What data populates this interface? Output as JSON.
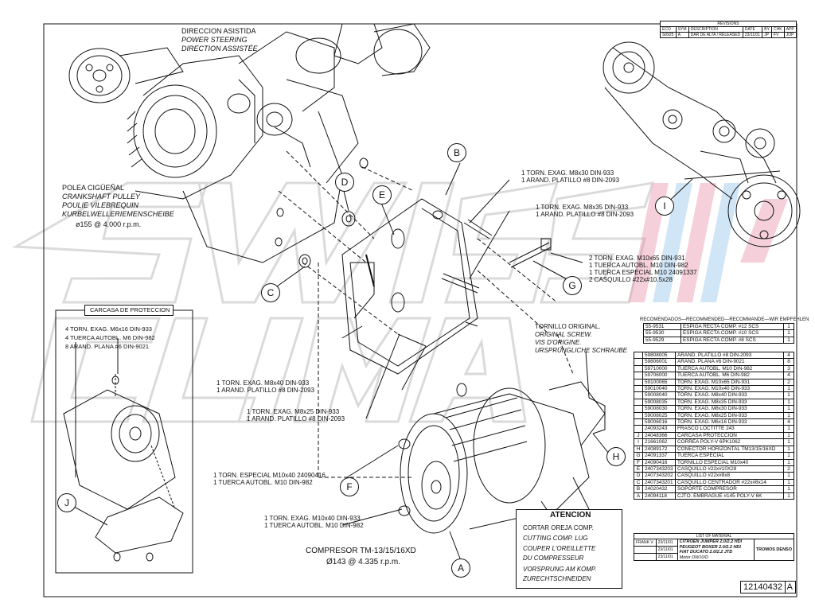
{
  "drawing": {
    "labels": {
      "power_steering": [
        "DIRECCION ASISTIDA",
        "POWER STEERING",
        "DIRECTION ASSISTÉE"
      ],
      "crankshaft": [
        "POLEA CIGÜEÑAL",
        "CRANKSHAFT PULLEY",
        "POULIE VILEBREQUIN",
        "KURBELWELLERIEMENSCHEIBE",
        "ø155 @ 4.000 r.p.m."
      ],
      "compressor": [
        "COMPRESOR TM-13/15/16XD",
        "Ø143 @ 4.335 r.p.m."
      ],
      "original_screw": [
        "TORNILLO ORIGINAL.",
        "ORIGINAL SCREW.",
        "VIS D'ORIGINE.",
        "URSPRÜNGLICHE SCHRAUBE"
      ],
      "atencion_title": "ATENCION",
      "atencion_text": [
        "CORTAR OREJA COMP.",
        "CUTTING COMP. LUG",
        "COUPER L'OREILLETTE",
        "DU COMPRESSEUR",
        "VORSPRUNG AM KOMP.",
        "ZURECHTSCHNEIDEN"
      ],
      "carcasa_title": "CARCASA DE PROTECCION",
      "carcasa_fasteners": [
        "4 TORN. EXAG. M6x16 DIN-933",
        "4 TUERCA AUTOBL. M6 DIN-982",
        "8 ARAND. PLANA #6 DIN-9021"
      ],
      "fastener_b": [
        "1 TORN. EXAG. M8x30 DIN-933",
        "1 ARAND. PLATILLO #8 DIN-2093"
      ],
      "fastener_e": [
        "1 TORN. EXAG. M8x35 DIN-933",
        "1 ARAND. PLATILLO #8 DIN-2093"
      ],
      "fastener_g": [
        "2 TORN. EXAG. M10x65 DIN-931",
        "1 TUERCA AUTOBL. M10 DIN-982",
        "1 TUERCA ESPECIAL M10     24091337",
        "2 CASQUILLO #22x#10.5x28"
      ],
      "fastener_m8x40": [
        "1 TORN. EXAG. M8x40 DIN-933",
        "1 ARAND. PLATILLO #8 DIN-2093"
      ],
      "fastener_m8x25": [
        "1 TORN. EXAG. M8x25 DIN-933",
        "1 ARAND. PLATILLO #8 DIN-2093"
      ],
      "fastener_f": [
        "1 TORN. ESPECIAL M10x40    24090416",
        "1 TUERCA AUTOBL. M10 DIN-982"
      ],
      "fastener_a": [
        "1 TORN. EXAG. M10x40 DIN-933",
        "1 TUERCA AUTOBL. M10 DIN-982"
      ]
    },
    "callouts": [
      "A",
      "B",
      "C",
      "D",
      "E",
      "F",
      "G",
      "H",
      "I",
      "J"
    ],
    "watermark": "SWISS CLIMA"
  },
  "revisions": {
    "title": "REVISIONS",
    "headers": [
      "ECO",
      "SYM",
      "DESCRIPTION",
      "DATE",
      "BY",
      "CHK",
      "APP"
    ],
    "row": [
      "S0925",
      "A",
      "DAR DE ALTA / RELEASED",
      "23/11/01",
      "JP",
      "FV",
      "JOP"
    ]
  },
  "recommended": {
    "title": "RECOMENDADOS—RECOMMENDED—RECOMMANDE—WIR EMPFEHLEN",
    "rows": [
      [
        "55-9531",
        "ESPIGA RECTA COMP. #12 SCS",
        "1"
      ],
      [
        "55-9530",
        "ESPIGA RECTA COMP. #10 SCS",
        "1"
      ],
      [
        "55-9529",
        "ESPIGA RECTA COMP. #8 SCS",
        "1"
      ]
    ]
  },
  "parts": {
    "rows": [
      [
        "",
        "59808005",
        "ARAND. PLATILLO #8 DIN-2093",
        "4"
      ],
      [
        "",
        "59806001",
        "ARAND. PLANA #6 DIN-9021",
        "8"
      ],
      [
        "",
        "59710000",
        "TUERCA AUTOBL. M10 DIN-982",
        "3"
      ],
      [
        "",
        "59706000",
        "TUERCA AUTOBL. M6 DIN-982",
        "4"
      ],
      [
        "",
        "59100065",
        "TORN. EXAG. M10x65 DIN-931",
        "2"
      ],
      [
        "",
        "59010040",
        "TORN. EXAG. M10x40 DIN-933",
        "1"
      ],
      [
        "",
        "59008040",
        "TORN. EXAG. M8x40 DIN-933",
        "1"
      ],
      [
        "",
        "59008035",
        "TORN. EXAG. M8x35 DIN-933",
        "1"
      ],
      [
        "",
        "59008030",
        "TORN. EXAG. M8x30 DIN-933",
        "1"
      ],
      [
        "",
        "59008025",
        "TORN. EXAG. M8x25 DIN-933",
        "1"
      ],
      [
        "",
        "59006016",
        "TORN. EXAG. M6x16 DIN-933",
        "4"
      ],
      [
        "",
        "24093243",
        "FRASCO LOCTITTE 243",
        "1"
      ],
      [
        "J",
        "24048366",
        "CARCASA PROTECCIÓN",
        "1"
      ],
      [
        "I",
        "21661062",
        "CORREA POLY-V 6PK1062",
        "1"
      ],
      [
        "H",
        "24089172",
        "CONECTOR HORIZONTAL TM13/15/16XD",
        "1"
      ],
      [
        "G",
        "24091337",
        "TUERCA ESPECIAL",
        "1"
      ],
      [
        "F",
        "24090416",
        "TORNILLO ESPECIAL M10x40",
        "1"
      ],
      [
        "E",
        "2407343203",
        "CASQUILLO #22x#10X28",
        "2"
      ],
      [
        "D",
        "2407343202",
        "CASQUILLO #22x#8x8",
        "1"
      ],
      [
        "C",
        "2407343201",
        "CASQUILLO CENTRADOR #22x#8x14",
        "1"
      ],
      [
        "B",
        "24020432",
        "SOPORTE COMPRESOR",
        "1"
      ],
      [
        "A",
        "24094118",
        "CJTO. EMBRAGUE #145 POLY-V 6K",
        "1"
      ]
    ]
  },
  "title_block": {
    "list_label": "LIST OF MATERIAL",
    "vehicle_lines": [
      "CITROËN JUMPER 2.0/2.2 HDI",
      "PEUGEOT BOXER 2.0/2.2 HDI",
      "FIAT DUCATO 2.0/2.2 JTD",
      "Motor DW10/D"
    ],
    "names": [
      "FRANK V.",
      "",
      ""
    ],
    "dates": [
      "23/11/01",
      "23/11/01",
      "23/11/01"
    ],
    "brand": "TROMOS DENSO",
    "drawing_number": "12140432",
    "revision": "A"
  }
}
